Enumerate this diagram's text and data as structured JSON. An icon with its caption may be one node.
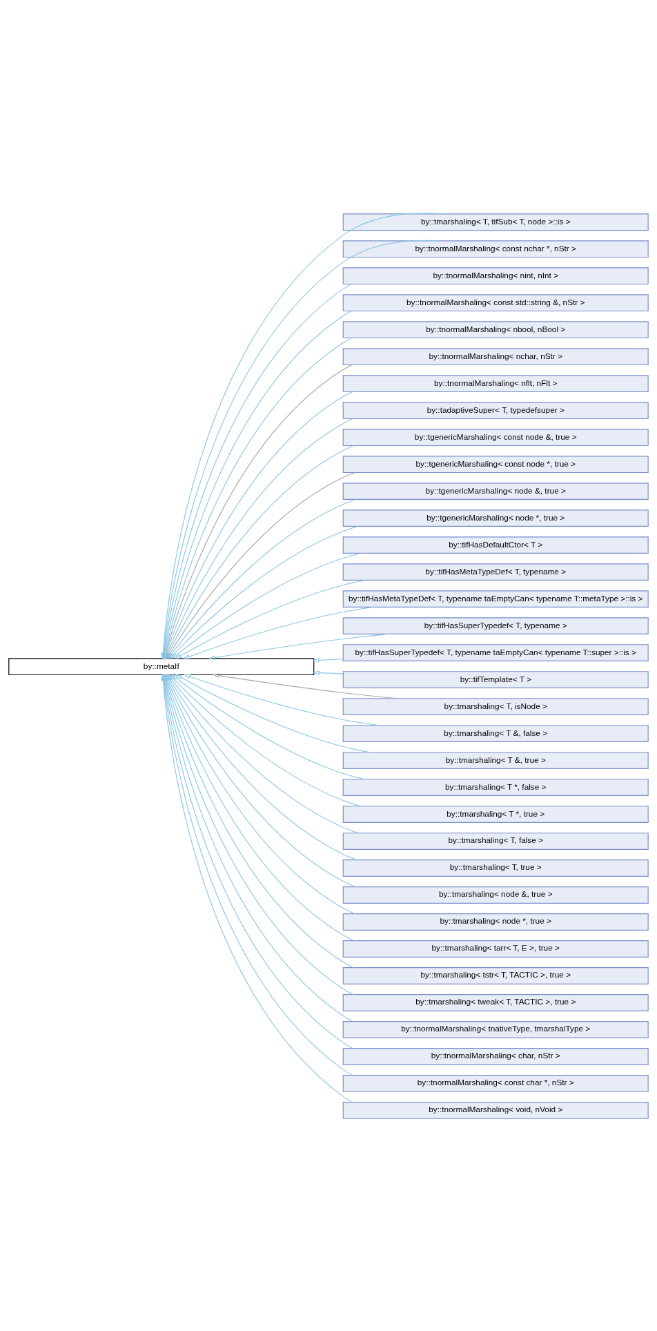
{
  "diagram": {
    "nodes": [
      {
        "text": [
          "by::metaIf"
        ]
      },
      {
        "text": [
          "by::tmarshaling< T, tifSub< T, node >::is >"
        ]
      },
      {
        "text": [
          "by::tnormalMarshaling< const nchar *, nStr >"
        ]
      },
      {
        "text": [
          "by::tnormalMarshaling< nint, nInt >"
        ]
      },
      {
        "text": [
          "by::tnormalMarshaling< const std::string &, nStr >"
        ]
      },
      {
        "text": [
          "by::tnormalMarshaling< nbool, nBool >"
        ]
      },
      {
        "text": [
          "by::tnormalMarshaling< nchar, nStr >"
        ]
      },
      {
        "text": [
          "by::tnormalMarshaling< nflt, nFlt >"
        ]
      },
      {
        "text": [
          "by::tadaptiveSuper< T, typedefsuper >"
        ]
      },
      {
        "text": [
          "by::tgenericMarshaling< const node &, true >"
        ]
      },
      {
        "text": [
          "by::tgenericMarshaling< const node *, true >"
        ]
      },
      {
        "text": [
          "by::tgenericMarshaling< node &, true >"
        ]
      },
      {
        "text": [
          "by::tgenericMarshaling< node *, true >"
        ]
      },
      {
        "text": [
          "by::tifHasDefaultCtor< T >"
        ]
      },
      {
        "text": [
          "by::tifHasMetaTypeDef< T, typename >"
        ]
      },
      {
        "text": [
          "by::tifHasMetaTypeDef< T, typename taEmptyCan< typename T::metaType >::is >"
        ]
      },
      {
        "text": [
          "by::tifHasSuperTypedef< T, typename >"
        ]
      },
      {
        "text": [
          "by::tifHasSuperTypedef< T, typename taEmptyCan< typename T::super >::is >"
        ]
      },
      {
        "text": [
          "by::tifTemplate< T >"
        ]
      },
      {
        "text": [
          "by::tmarshaling< T, isNode >"
        ]
      },
      {
        "text": [
          "by::tmarshaling< T &, false >"
        ]
      },
      {
        "text": [
          "by::tmarshaling< T &, true >"
        ]
      },
      {
        "text": [
          "by::tmarshaling< T *, false >"
        ]
      },
      {
        "text": [
          "by::tmarshaling< T *, true >"
        ]
      },
      {
        "text": [
          "by::tmarshaling< T, false >"
        ]
      },
      {
        "text": [
          "by::tmarshaling< T, true >"
        ]
      },
      {
        "text": [
          "by::tmarshaling< node &, true >"
        ]
      },
      {
        "text": [
          "by::tmarshaling< node *, true >"
        ]
      },
      {
        "text": [
          "by::tmarshaling< tarr< T, E >, true >"
        ]
      },
      {
        "text": [
          "by::tmarshaling< tstr< T, TACTIC >, true >"
        ]
      },
      {
        "text": [
          "by::tmarshaling< tweak< T, TACTIC >, true >"
        ]
      },
      {
        "text": [
          "by::tnormalMarshaling< tnativeType, tmarshalType >"
        ]
      },
      {
        "text": [
          "by::tnormalMarshaling< char, nStr >"
        ]
      },
      {
        "text": [
          "by::tnormalMarshaling< const char *, nStr >"
        ]
      },
      {
        "text": [
          "by::tnormalMarshaling< void, nVoid >"
        ]
      }
    ],
    "edges": [
      {
        "from": 1,
        "to": 0,
        "arrow": "to"
      },
      {
        "from": 2,
        "to": 0,
        "arrow": "to"
      },
      {
        "from": 3,
        "to": 0,
        "arrow": "to"
      },
      {
        "from": 4,
        "to": 0,
        "arrow": "to"
      },
      {
        "from": 5,
        "to": 0,
        "arrow": "to"
      },
      {
        "from": 6,
        "to": 0,
        "arrow": "to",
        "color": "#a8a8a8"
      },
      {
        "from": 7,
        "to": 0,
        "arrow": "to"
      },
      {
        "from": 8,
        "to": 0,
        "arrow": "to"
      },
      {
        "from": 9,
        "to": 0,
        "arrow": "to"
      },
      {
        "from": 10,
        "to": 0,
        "arrow": "to",
        "color": "#a8a8a8"
      },
      {
        "from": 11,
        "to": 0,
        "arrow": "to"
      },
      {
        "from": 12,
        "to": 0,
        "arrow": "to"
      },
      {
        "from": 13,
        "to": 0,
        "arrow": "to"
      },
      {
        "from": 14,
        "to": 0,
        "arrow": "to"
      },
      {
        "from": 15,
        "to": 0,
        "arrow": "to"
      },
      {
        "from": 16,
        "to": 0,
        "arrow": "to"
      },
      {
        "from": 17,
        "to": 0,
        "arrow": "to"
      },
      {
        "from": 18,
        "to": 0,
        "arrow": "to"
      },
      {
        "from": 19,
        "to": 0,
        "arrow": "to",
        "color": "#a8a8a8"
      },
      {
        "from": 20,
        "to": 0,
        "arrow": "to"
      },
      {
        "from": 21,
        "to": 0,
        "arrow": "to"
      },
      {
        "from": 22,
        "to": 0,
        "arrow": "to"
      },
      {
        "from": 23,
        "to": 0,
        "arrow": "to"
      },
      {
        "from": 24,
        "to": 0,
        "arrow": "to"
      },
      {
        "from": 25,
        "to": 0,
        "arrow": "to"
      },
      {
        "from": 26,
        "to": 0,
        "arrow": "to"
      },
      {
        "from": 27,
        "to": 0,
        "arrow": "to"
      },
      {
        "from": 28,
        "to": 0,
        "arrow": "to"
      },
      {
        "from": 29,
        "to": 0,
        "arrow": "to"
      },
      {
        "from": 30,
        "to": 0,
        "arrow": "to"
      },
      {
        "from": 31,
        "to": 0,
        "arrow": "to"
      },
      {
        "from": 32,
        "to": 0,
        "arrow": "to"
      },
      {
        "from": 33,
        "to": 0,
        "arrow": "to"
      },
      {
        "from": 34,
        "to": 0,
        "arrow": "to"
      }
    ]
  }
}
